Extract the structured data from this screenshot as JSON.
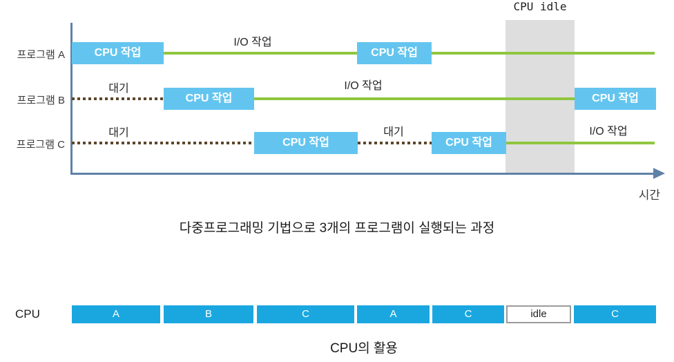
{
  "timeline": {
    "idle_region_label": "CPU idle",
    "time_axis_label": "시간",
    "rows": [
      {
        "name": "프로그램 A",
        "cpu1": "CPU 작업",
        "io": "I/O 작업",
        "cpu2": "CPU 작업"
      },
      {
        "name": "프로그램 B",
        "wait": "대기",
        "cpu1": "CPU 작업",
        "io": "I/O 작업",
        "cpu2": "CPU 작업"
      },
      {
        "name": "프로그램 C",
        "wait1": "대기",
        "cpu1": "CPU 작업",
        "wait2": "대기",
        "cpu2": "CPU 작업",
        "io": "I/O 작업"
      }
    ],
    "caption": "다중프로그래밍 기법으로 3개의 프로그램이 실행되는 과정"
  },
  "cpu_bar": {
    "label": "CPU",
    "segments": [
      {
        "label": "A",
        "type": "busy"
      },
      {
        "label": "B",
        "type": "busy"
      },
      {
        "label": "C",
        "type": "busy"
      },
      {
        "label": "A",
        "type": "busy"
      },
      {
        "label": "C",
        "type": "busy"
      },
      {
        "label": "idle",
        "type": "idle"
      },
      {
        "label": "C",
        "type": "busy"
      }
    ],
    "caption": "CPU의 활용"
  },
  "colors": {
    "task_box_blue": "#63C5EF",
    "cpu_bar_blue": "#1AA7E0",
    "io_line_green": "#8FC63F",
    "wait_line_brown": "#5D452B",
    "axis_blue": "#5E81A8",
    "idle_region_gray": "#DEDEDE",
    "idle_box_border": "#9B9B9B"
  }
}
